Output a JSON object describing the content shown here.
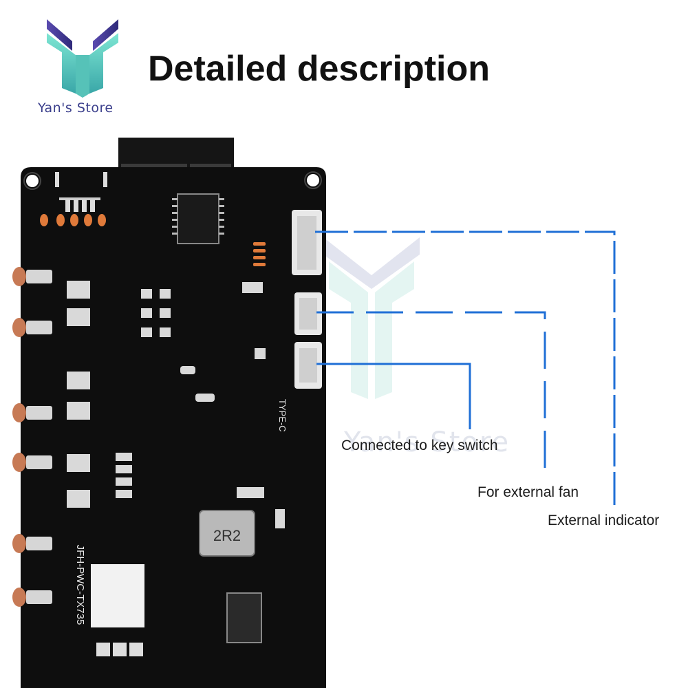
{
  "brand": {
    "store_name": "Yan's Store"
  },
  "heading": {
    "title": "Detailed description"
  },
  "callouts": {
    "key_switch": "Connected to key switch",
    "external_fan": "For external fan",
    "external_indicator": "External indicator"
  },
  "board": {
    "silkscreen_model": "JFH-PWC-TX735",
    "inductor_mark": "2R2",
    "usb_label": "TYPE-C"
  },
  "colors": {
    "pcb": "#0e0e0e",
    "callout_line": "#1f6fd6",
    "copper_pad": "#e07a3a",
    "logo_teal": "#6fd9c8",
    "logo_purple": "#4a3f9a"
  }
}
